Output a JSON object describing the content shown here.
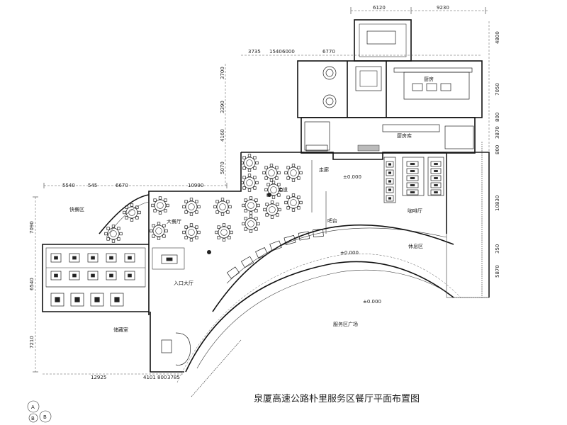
{
  "title": "泉厦高速公路朴里服务区餐厅平面布置图",
  "dimensions": {
    "top": [
      "6120",
      "9230"
    ],
    "top_mid": [
      "3735",
      "1540",
      "6000",
      "6770"
    ],
    "mid_left": [
      "5540",
      "545",
      "6670",
      "10990"
    ],
    "bottom": [
      "12925",
      "4101",
      "800",
      "3785"
    ],
    "left": [
      "7090",
      "6540",
      "7210"
    ],
    "left_upper": [
      "3700",
      "3390",
      "4160",
      "5070"
    ],
    "right": [
      "4800",
      "7050",
      "800",
      "3870",
      "800",
      "10830",
      "350",
      "5870"
    ]
  },
  "room_labels": {
    "yard": "服务区广场",
    "cafe": "咖啡厅",
    "hall": "大餐厅",
    "kitchen": "厨房",
    "kitchen_store": "厨房库",
    "corridor": "走廊",
    "corridor2": "走道",
    "storage": "储藏室",
    "lobby": "入口大厅",
    "snack": "快餐区",
    "deck": "休息区",
    "bar": "吧台",
    "elev_l1": "±0.000",
    "elev_l2": "±0.000",
    "elev_l3": "±0.000"
  },
  "compass": [
    "A",
    "B",
    "B"
  ]
}
